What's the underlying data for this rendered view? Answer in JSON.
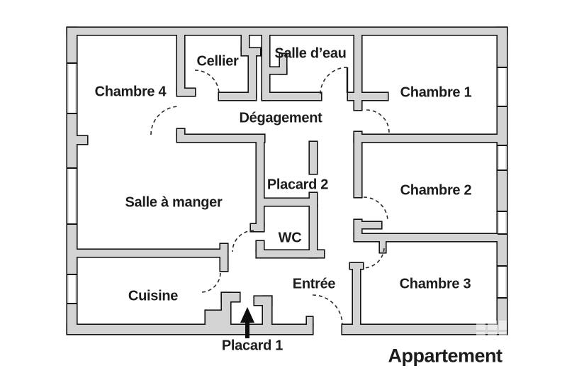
{
  "plan": {
    "caption": "Appartement",
    "rooms": [
      {
        "id": "chambre-4",
        "label": "Chambre 4"
      },
      {
        "id": "cellier",
        "label": "Cellier"
      },
      {
        "id": "salle-deau",
        "label": "Salle d’eau"
      },
      {
        "id": "chambre-1",
        "label": "Chambre 1"
      },
      {
        "id": "degagement",
        "label": "Dégagement"
      },
      {
        "id": "placard-2",
        "label": "Placard 2"
      },
      {
        "id": "salle-a-manger",
        "label": "Salle à manger"
      },
      {
        "id": "chambre-2",
        "label": "Chambre 2"
      },
      {
        "id": "wc",
        "label": "WC"
      },
      {
        "id": "cuisine",
        "label": "Cuisine"
      },
      {
        "id": "entree",
        "label": "Entrée"
      },
      {
        "id": "chambre-3",
        "label": "Chambre 3"
      },
      {
        "id": "placard-1",
        "label": "Placard 1"
      }
    ],
    "colors": {
      "wall_fill": "#d4d4d4",
      "wall_outline": "#141414",
      "floor": "#ffffff",
      "text": "#1c1c1c",
      "door_arc": "#2a2a2a"
    }
  }
}
